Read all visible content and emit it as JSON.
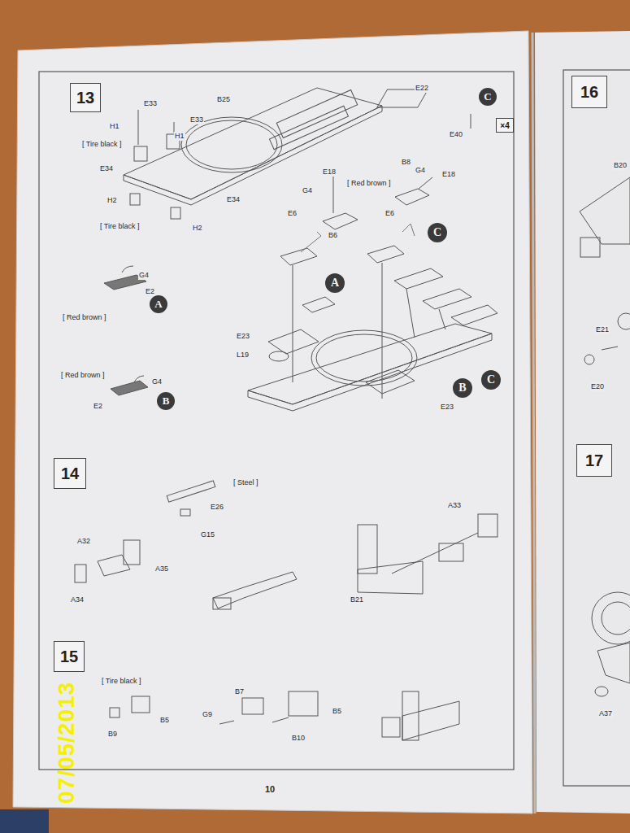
{
  "diagram": {
    "nodes": [
      {
        "text": [
          "13"
        ]
      },
      {
        "text": [
          "C"
        ]
      },
      {
        "text": [
          "×4"
        ]
      },
      {
        "text": [
          "C"
        ]
      },
      {
        "text": [
          "A"
        ]
      },
      {
        "text": [
          "A"
        ]
      },
      {
        "text": [
          "B"
        ]
      },
      {
        "text": [
          "B"
        ]
      },
      {
        "text": [
          "C"
        ]
      },
      {
        "text": [
          "14"
        ]
      },
      {
        "text": [
          "15"
        ]
      },
      {
        "text": [
          "16"
        ]
      },
      {
        "text": [
          "17"
        ]
      }
    ],
    "labels": [
      "E33",
      "H1",
      "[ Tire black ]",
      "E33",
      "H1",
      "B25",
      "E34",
      "H2",
      "[ Tire black ]",
      "E34",
      "H2",
      "E22",
      "E40",
      "E18",
      "[ Red brown ]",
      "B8",
      "G4",
      "E18",
      "G4",
      "E6",
      "B6",
      "E6",
      "G4",
      "E2",
      "[ Red brown ]",
      "E23",
      "L19",
      "E23",
      "[ Red brown ]",
      "G4",
      "E2",
      "[ Steel ]",
      "E26",
      "G15",
      "A32",
      "A35",
      "A34",
      "A33",
      "B21",
      "[ Tire black ]",
      "B7",
      "B5",
      "B9",
      "G9",
      "B5",
      "B10",
      "10",
      "B20",
      "E21",
      "E20",
      "A37",
      "07/05/2013"
    ]
  }
}
